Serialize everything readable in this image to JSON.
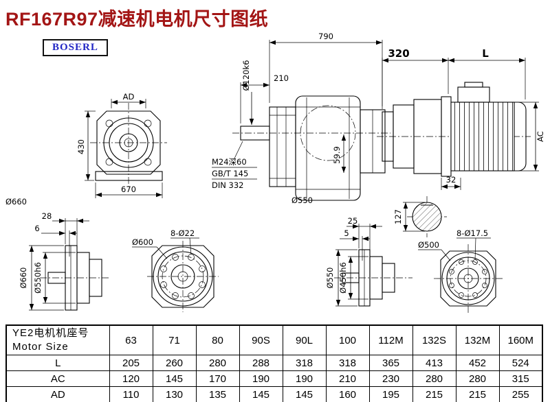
{
  "page": {
    "title": "RF167R97减速机电机尺寸图纸",
    "logo": "BOSERL"
  },
  "front_view": {
    "dim_ad": "AD",
    "dim_height": "430",
    "dim_width": "670",
    "dim_od": "Ø660"
  },
  "side_view": {
    "dim_total": "790",
    "dim_shaft_len": "210",
    "dim_shaft_dia": "Ø120k6",
    "thread_note": "M24深60",
    "std_note1": "GB/T 145",
    "std_note2": "DIN 332",
    "dim_key": "59.9",
    "dim_housing": "Ø550"
  },
  "motor_view": {
    "dim_adapter": "320",
    "dim_motor_len": "L",
    "dim_motor_dia": "AC",
    "dim_shaft_ext": "32",
    "dim_shaft_height": "127"
  },
  "flange_side_1": {
    "dim_a": "28",
    "dim_b": "6",
    "dim_od": "Ø660",
    "dim_spigot": "Ø550h6"
  },
  "flange_front_1": {
    "dim_od": "Ø600",
    "dim_holes": "8-Ø22"
  },
  "flange_side_2": {
    "dim_a": "25",
    "dim_b": "5",
    "dim_od": "Ø550",
    "dim_spigot": "Ø450h6"
  },
  "flange_front_2": {
    "dim_od": "Ø500",
    "dim_holes": "8-Ø17.5"
  },
  "table": {
    "header_cn": "YE2电机机座号",
    "header_en": "Motor Size",
    "columns": [
      "63",
      "71",
      "80",
      "90S",
      "90L",
      "100",
      "112M",
      "132S",
      "132M",
      "160M"
    ],
    "rows": [
      {
        "label": "L",
        "values": [
          "205",
          "260",
          "280",
          "288",
          "318",
          "318",
          "365",
          "413",
          "452",
          "524"
        ]
      },
      {
        "label": "AC",
        "values": [
          "120",
          "145",
          "170",
          "190",
          "190",
          "210",
          "230",
          "280",
          "280",
          "315"
        ]
      },
      {
        "label": "AD",
        "values": [
          "110",
          "130",
          "135",
          "145",
          "145",
          "160",
          "195",
          "215",
          "215",
          "255"
        ]
      }
    ]
  }
}
